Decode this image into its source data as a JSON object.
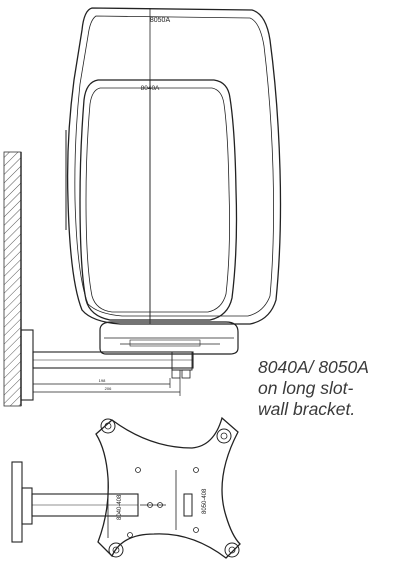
{
  "labels": {
    "large_speaker": "8050A",
    "small_speaker": "8040A",
    "dim_short": "198",
    "dim_long": "206",
    "plate_left": "8040-408",
    "plate_right": "8050-408"
  },
  "caption": {
    "line1": "8040A/ 8050A",
    "line2": "on long slot-",
    "line3": "wall bracket."
  }
}
